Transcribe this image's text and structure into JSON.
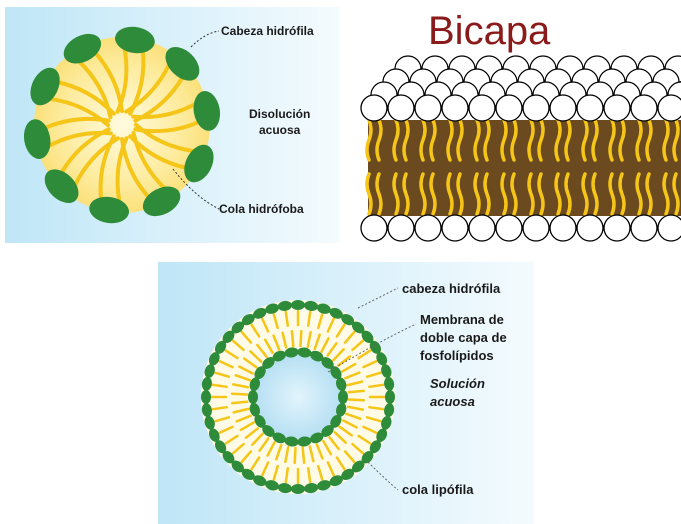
{
  "micelle": {
    "head_label": "Cabeza hidrófila",
    "solution_label_line1": "Disolución",
    "solution_label_line2": "acuosa",
    "tail_label": "Cola hidrófoba"
  },
  "bilayer": {
    "title": "Bicapa"
  },
  "liposome": {
    "head_label": "cabeza hidrófila",
    "membrane_label_line1": "Membrana de",
    "membrane_label_line2": "doble capa de",
    "membrane_label_line3": "fosfolípidos",
    "solution_label_line1": "Solución",
    "solution_label_line2": "acuosa",
    "tail_label": "cola lipófila"
  },
  "colors": {
    "head_green": "#2e8b3a",
    "tail_yellow": "#f5c518",
    "core_yellow": "#fde88a",
    "water_blue": "#cdeaf7",
    "title_red": "#8b1a1a",
    "bilayer_core": "#6b4a1f"
  }
}
